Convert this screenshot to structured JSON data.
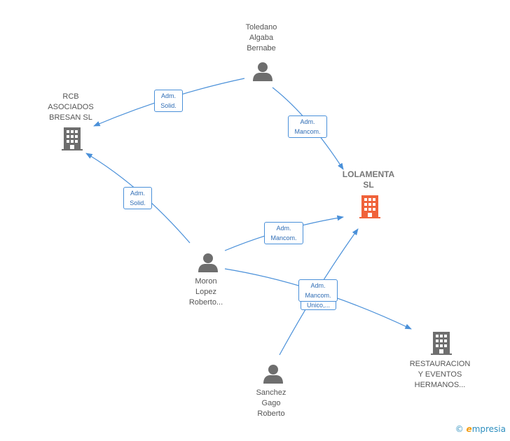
{
  "colors": {
    "edge": "#4a90d9",
    "person_icon": "#6e6e6e",
    "company_icon": "#6e6e6e",
    "main_company_icon": "#f0623a",
    "label_text": "#555555",
    "edge_label_text": "#2f6db5"
  },
  "nodes": {
    "toledano": {
      "name": [
        "Toledano",
        "Algaba",
        "Bernabe"
      ],
      "icon": "person-icon"
    },
    "rcb": {
      "name": [
        "RCB",
        "ASOCIADOS",
        "BRESAN SL"
      ],
      "icon": "building-icon"
    },
    "lolamenta": {
      "name": [
        "LOLAMENTA",
        "SL"
      ],
      "icon": "building-icon"
    },
    "moron": {
      "name": [
        "Moron",
        "Lopez",
        "Roberto..."
      ],
      "icon": "person-icon"
    },
    "sanchez": {
      "name": [
        "Sanchez",
        "Gago",
        "Roberto"
      ],
      "icon": "person-icon"
    },
    "restauracion": {
      "name": [
        "RESTAURACION",
        "Y EVENTOS",
        "HERMANOS..."
      ],
      "icon": "building-icon"
    }
  },
  "edges": {
    "toledano_rcb": [
      "Adm.",
      "Solid."
    ],
    "toledano_lolamenta": [
      "Adm.",
      "Mancom."
    ],
    "moron_rcb": [
      "Adm.",
      "Solid."
    ],
    "moron_lolamenta": [
      "Adm.",
      "Mancom."
    ],
    "moron_restauracion_hidden": [
      "Unico,..."
    ],
    "sanchez_lolamenta": [
      "Adm.",
      "Mancom."
    ]
  },
  "brand": {
    "copyright": "©",
    "e": "e",
    "rest": "mpresia"
  }
}
